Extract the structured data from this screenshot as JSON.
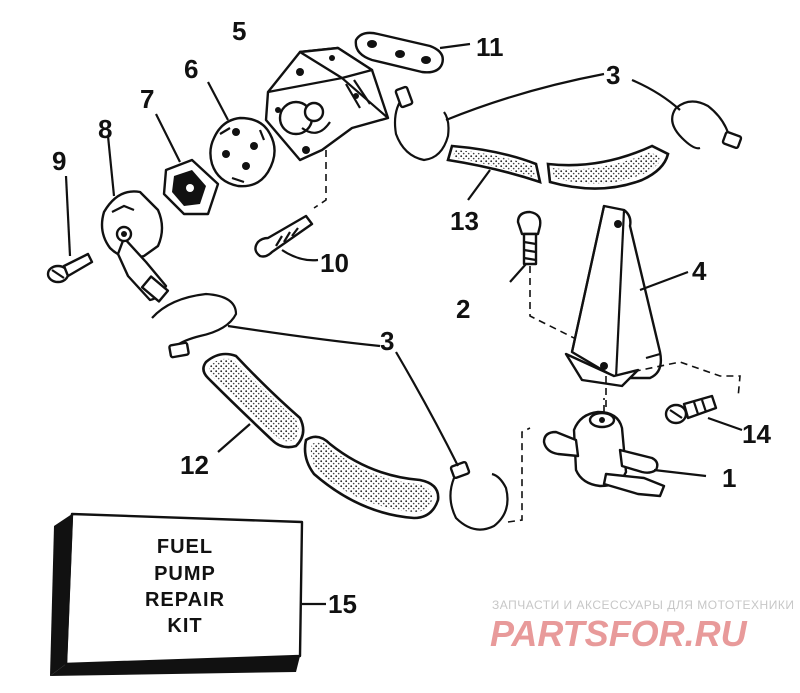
{
  "callouts": {
    "c1": "1",
    "c2": "2",
    "c3a": "3",
    "c3b": "3",
    "c4": "4",
    "c5": "5",
    "c6": "6",
    "c7": "7",
    "c8": "8",
    "c9": "9",
    "c10": "10",
    "c11": "11",
    "c12": "12",
    "c13": "13",
    "c14": "14",
    "c15": "15"
  },
  "repair_kit": {
    "line1": "FUEL",
    "line2": "PUMP",
    "line3": "REPAIR",
    "line4": "KIT"
  },
  "watermark": {
    "top_text": "ЗАПЧАСТИ И АКСЕССУАРЫ ДЛЯ МОТОТЕХНИКИ",
    "logo_part1": "PARTS",
    "logo_part2": "FOR.RU",
    "colors": {
      "logo_red": "#e89a9a",
      "logo_gray": "#c4c4c4"
    }
  },
  "colors": {
    "ink": "#111111",
    "paper": "#ffffff"
  }
}
